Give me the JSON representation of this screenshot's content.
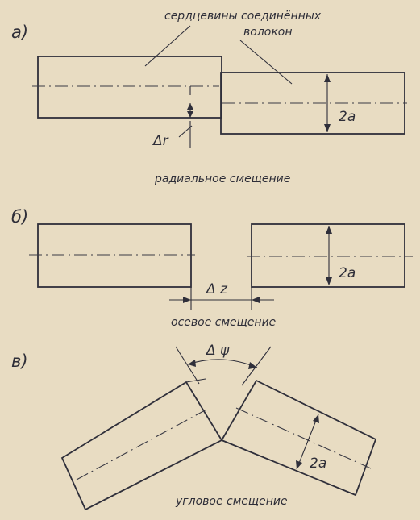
{
  "panels": {
    "a": {
      "letter": "а)",
      "callout_line1": "сердцевины соединённых",
      "callout_line2": "волокон",
      "offset_label": "Δr",
      "width_label": "2a",
      "caption": "радиальное смещение"
    },
    "b": {
      "letter": "б)",
      "gap_label": "Δ z",
      "width_label": "2a",
      "caption": "осевое смещение"
    },
    "c": {
      "letter": "в)",
      "angle_label": "Δ ψ",
      "width_label": "2a",
      "caption": "угловое смещение"
    }
  },
  "colors": {
    "paper": "#e8dcc2",
    "ink": "#2f2f3a"
  }
}
